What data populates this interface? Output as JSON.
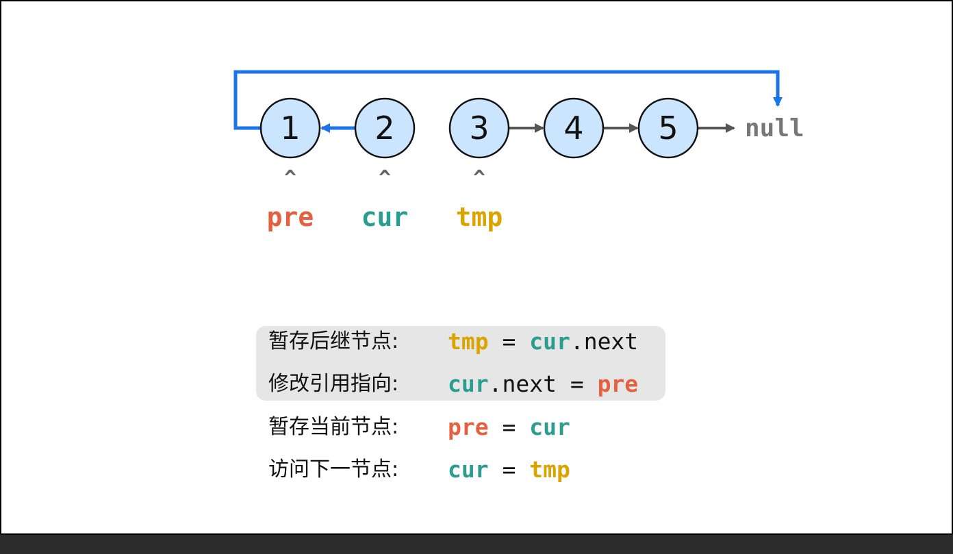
{
  "nodes": [
    "1",
    "2",
    "3",
    "4",
    "5"
  ],
  "null_label": "null",
  "pointers": [
    {
      "caret": "^",
      "label": "pre",
      "node": 0,
      "color": "#e5603f"
    },
    {
      "caret": "^",
      "label": "cur",
      "node": 1,
      "color": "#2a9d8f"
    },
    {
      "caret": "^",
      "label": "tmp",
      "node": 2,
      "color": "#d9a400"
    }
  ],
  "colors": {
    "pre": "#e5603f",
    "cur": "#2a9d8f",
    "tmp": "#d9a400",
    "node_fill": "#cce5ff",
    "arrow_blue": "#1a73e8",
    "arrow_gray": "#555555",
    "null_text": "#777777"
  },
  "steps": [
    {
      "label": "暂存后继节点:",
      "code": [
        {
          "t": "tmp",
          "c": "tmp"
        },
        {
          "t": " = "
        },
        {
          "t": "cur",
          "c": "cur"
        },
        {
          "t": ".next"
        }
      ]
    },
    {
      "label": "修改引用指向:",
      "code": [
        {
          "t": "cur",
          "c": "cur"
        },
        {
          "t": ".next = "
        },
        {
          "t": "pre",
          "c": "pre"
        }
      ]
    },
    {
      "label": "暂存当前节点:",
      "code": [
        {
          "t": "pre",
          "c": "pre"
        },
        {
          "t": " = "
        },
        {
          "t": "cur",
          "c": "cur"
        }
      ]
    },
    {
      "label": "访问下一节点:",
      "code": [
        {
          "t": "cur",
          "c": "cur"
        },
        {
          "t": " = "
        },
        {
          "t": "tmp",
          "c": "tmp"
        }
      ]
    }
  ]
}
